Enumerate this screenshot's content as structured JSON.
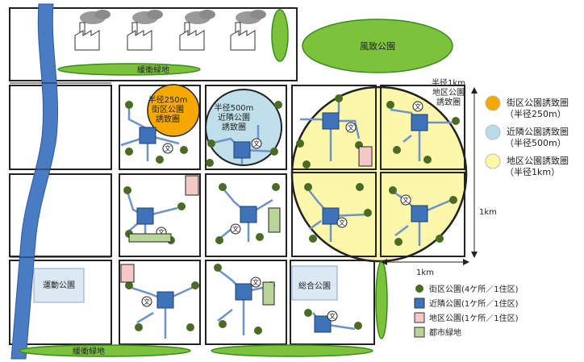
{
  "labels": {
    "park_scenic": "風致公園",
    "buffer_top": "緩衝緑地",
    "buffer_bottom": "緩衝緑地",
    "sports_park": "運動公園",
    "general_park": "総合公園",
    "school_symbol": "文",
    "circle_250": [
      "半径250m",
      "街区公園",
      "誘致圏"
    ],
    "circle_500": [
      "半径500m",
      "近隣公園",
      "誘致圏"
    ],
    "circle_1km": [
      "半径1km",
      "地区公園",
      "誘致圏"
    ],
    "dim_vertical": "1km",
    "dim_horizontal": "1km"
  },
  "legend_circles": [
    {
      "line1": "街区公園誘致圏",
      "line2": "（半径250m）",
      "color": "#f5a800"
    },
    {
      "line1": "近隣公園誘致圏",
      "line2": "（半径500m）",
      "color": "#b8dde8"
    },
    {
      "line1": "地区公園誘致圏",
      "line2": "（半径1km）",
      "color": "#fdf7a6"
    }
  ],
  "legend_items": [
    {
      "label": "街区公園(4ケ所／1住区)",
      "shape": "dot",
      "color": "#4a6b23"
    },
    {
      "label": "近隣公園(1ケ所／1住区)",
      "shape": "square",
      "color": "#3f73b8"
    },
    {
      "label": "地区公園(1ケ所／1住区)",
      "shape": "square",
      "color": "#f5c8c8"
    },
    {
      "label": "都市緑地",
      "shape": "square",
      "color": "#b9d597"
    }
  ],
  "colors": {
    "river": "#4a7cc4",
    "green": "#7cc23a",
    "green_edge": "#3a8a1f",
    "street_park": "#4a6b23",
    "neighborhood_park": "#3f73b8",
    "road": "#6f93c9",
    "district_park": "#f5c8c8",
    "urban_green": "#b9d597"
  }
}
